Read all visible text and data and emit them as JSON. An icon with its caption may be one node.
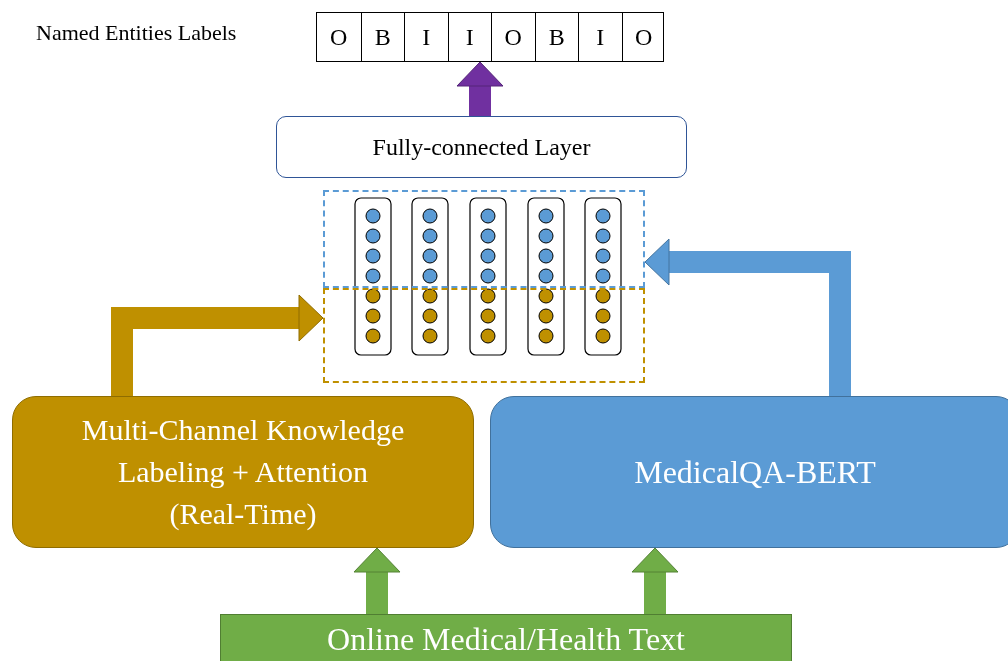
{
  "diagram": {
    "nodes": [
      {
        "text": [],
        "shape": "box",
        "beside": [
          "Named Entities Labels"
        ]
      },
      {
        "text": [
          "O"
        ],
        "in": 0
      },
      {
        "text": [
          "B"
        ],
        "in": 0
      },
      {
        "text": [
          "I"
        ],
        "in": 0
      },
      {
        "text": [
          "I"
        ],
        "in": 0
      },
      {
        "text": [
          "O"
        ],
        "in": 0
      },
      {
        "text": [
          "B"
        ],
        "in": 0
      },
      {
        "text": [
          "I"
        ],
        "in": 0
      },
      {
        "text": [
          "O"
        ],
        "in": 0
      },
      {
        "text": [
          "Fully-connected Layer"
        ]
      },
      {
        "text": [],
        "shape": "box"
      },
      {
        "text": [],
        "shape": "box"
      },
      {
        "text": [
          "Multi-Channel Knowledge Labeling + Attention (Real-Time)"
        ]
      },
      {
        "text": [
          "MedicalQA-BERT"
        ]
      },
      {
        "text": [
          "Online Medical/Health Text"
        ]
      }
    ],
    "edges": [
      {
        "from": 9,
        "to": 0,
        "arrow": "to",
        "color": "#7030a0"
      },
      {
        "from": 13,
        "to": 10,
        "arrow": "to",
        "color": "#5b9bd5"
      },
      {
        "from": 12,
        "to": 11,
        "arrow": "to",
        "color": "#bf9000"
      },
      {
        "from": 14,
        "to": 12,
        "arrow": "to",
        "color": "#70ad47"
      },
      {
        "from": 14,
        "to": 13,
        "arrow": "to",
        "color": "#70ad47"
      }
    ]
  }
}
